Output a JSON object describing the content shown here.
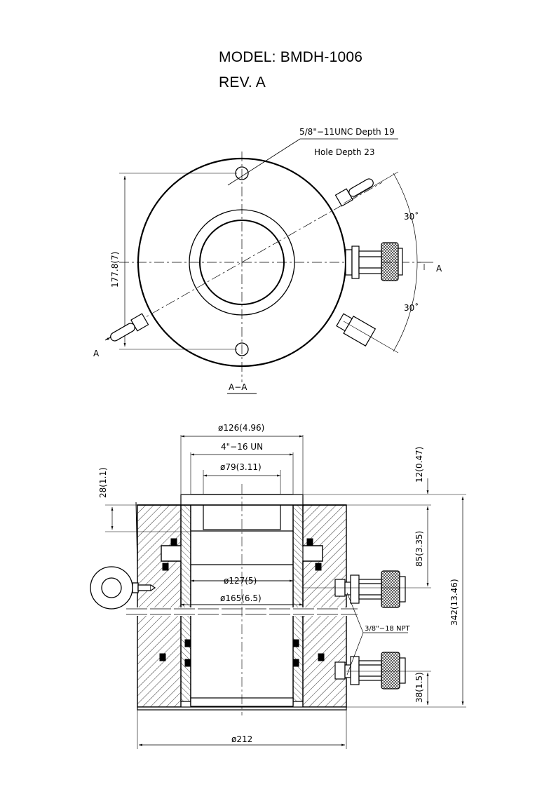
{
  "header": {
    "model": "MODEL: BMDH-1006",
    "revision": "REV. A"
  },
  "top_view": {
    "thread_note_line1": "5/8\"−11UNC Depth 19",
    "thread_note_line2": "Hole Depth 23",
    "angle_upper": "30˚",
    "angle_lower": "30˚",
    "section_marker_right": "A",
    "section_marker_left": "A",
    "height_dim": "177.8(7)",
    "section_label": "A−A"
  },
  "section_view": {
    "dim_outer_top": "ø126(4.96)",
    "dim_thread": "4\"−16 UN",
    "dim_inner_top": "ø79(3.11)",
    "dim_left_28": "28(1.1)",
    "dim_right_12": "12(0.47)",
    "dim_right_85": "85(3.35)",
    "dim_bore_127": "ø127(5)",
    "dim_bore_165": "ø165(6.5)",
    "dim_total_height": "342(13.46)",
    "port_note": "3/8\"−18 NPT",
    "dim_bottom_38": "38(1.5)",
    "dim_base_width": "ø212"
  },
  "colors": {
    "line": "#000000",
    "background": "#ffffff"
  }
}
